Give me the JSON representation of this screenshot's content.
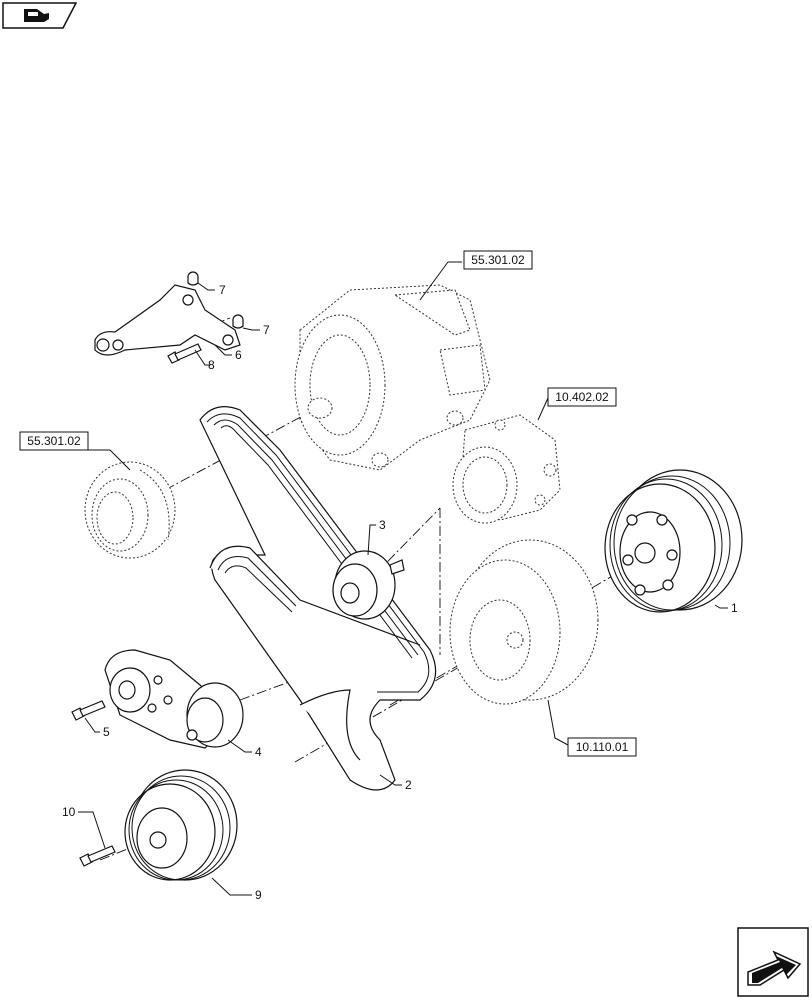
{
  "callouts": {
    "c1": "1",
    "c2": "2",
    "c3": "3",
    "c4": "4",
    "c5": "5",
    "c6": "6",
    "c7a": "7",
    "c7b": "7",
    "c8": "8",
    "c9": "9",
    "c10": "10"
  },
  "refs": {
    "alternator_top": "55.301.02",
    "alternator_pulley": "55.301.02",
    "compressor": "10.402.02",
    "damper": "10.110.01"
  },
  "icons": {
    "top_left": "book-hand-icon",
    "bottom_right": "next-page-arrow-icon"
  }
}
